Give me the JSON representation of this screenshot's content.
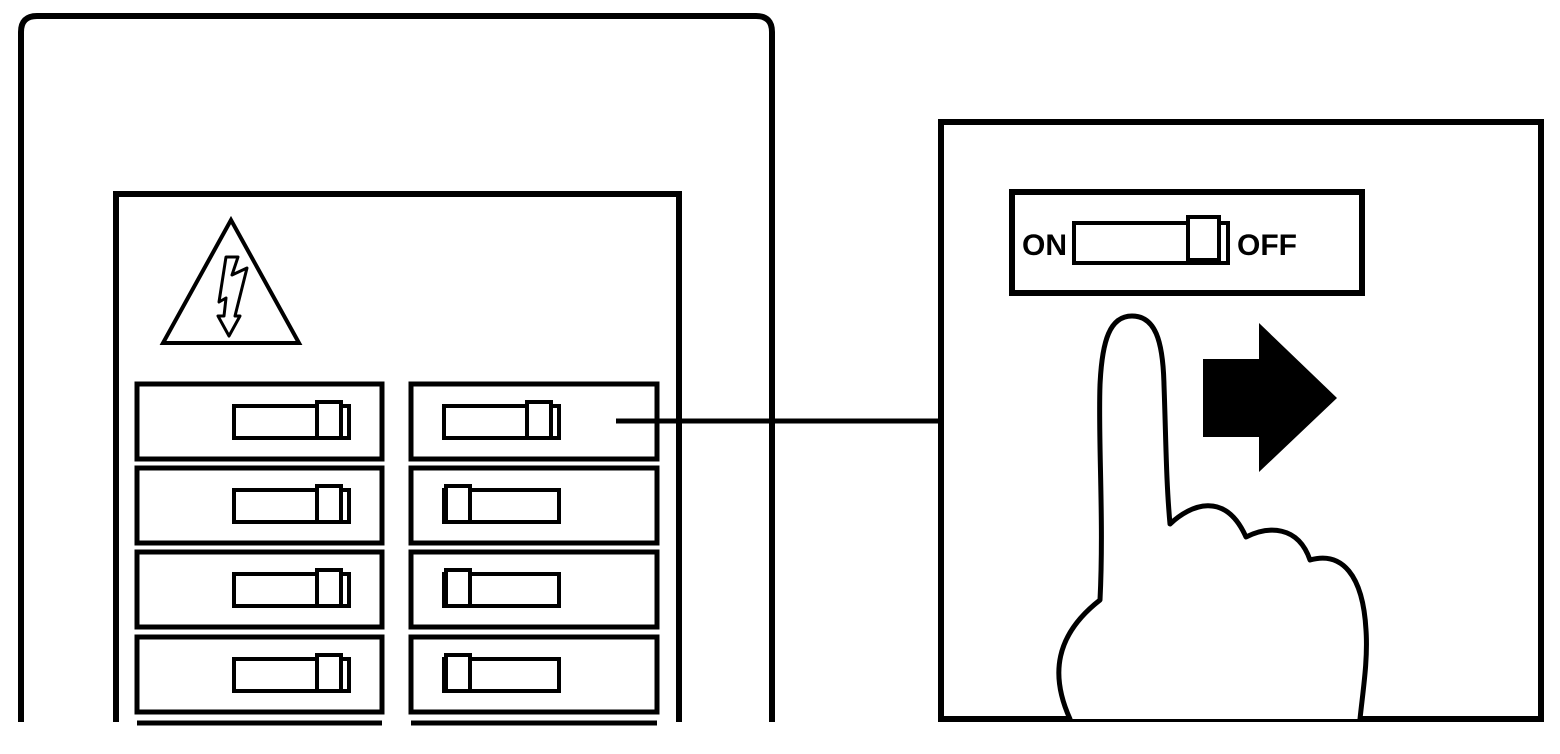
{
  "colors": {
    "ink": "#000000",
    "paper": "#ffffff"
  },
  "icons": {
    "warning": "high-voltage-warning-icon",
    "hand": "pointing-hand-icon",
    "arrow": "right-arrow-icon"
  },
  "panel": {
    "breakers": [
      {
        "row": 1,
        "left": "off",
        "right": "off"
      },
      {
        "row": 2,
        "left": "off",
        "right": "on"
      },
      {
        "row": 3,
        "left": "off",
        "right": "on"
      },
      {
        "row": 4,
        "left": "off",
        "right": "on"
      }
    ]
  },
  "detail": {
    "on_label": "ON",
    "off_label": "OFF",
    "switch_state": "off"
  }
}
